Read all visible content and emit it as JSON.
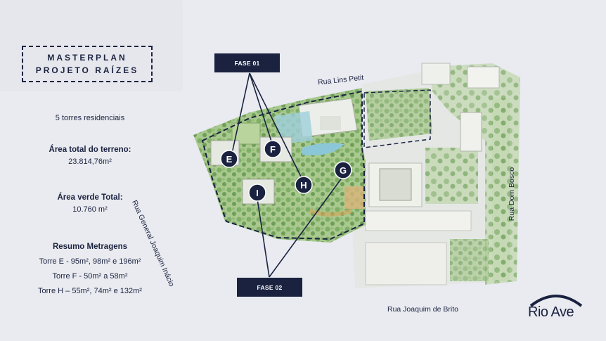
{
  "title": {
    "line1": "MASTERPLAN",
    "line2": "PROJETO RAÍZES"
  },
  "info": {
    "towers": "5 torres residenciais",
    "land_label": "Área total do terreno:",
    "land_value": "23.814,76m²",
    "green_label": "Área verde Total:",
    "green_value": "10.760 m²",
    "summary_label": "Resumo Metragens",
    "tower_e": "Torre E - 95m², 98m² e 196m²",
    "tower_f": "Torre F - 50m² a 58m²",
    "tower_h": "Torre H – 55m², 74m² e 132m²"
  },
  "phases": {
    "phase1": "FASE 01",
    "phase2": "FASE 02"
  },
  "towers": {
    "e": "E",
    "f": "F",
    "g": "G",
    "h": "H",
    "i": "I"
  },
  "streets": {
    "lins_petit": "Rua Lins Petit",
    "general": "Rua General Joaquim Inácio",
    "dom_bosco": "Rua Dom Bosco",
    "joaquim_brito": "Rua Joaquim de Brito"
  },
  "brand": {
    "name": "Rio Ave"
  },
  "colors": {
    "navy": "#1a2240",
    "green": "#8fb77a",
    "background": "#e9ebf0"
  }
}
